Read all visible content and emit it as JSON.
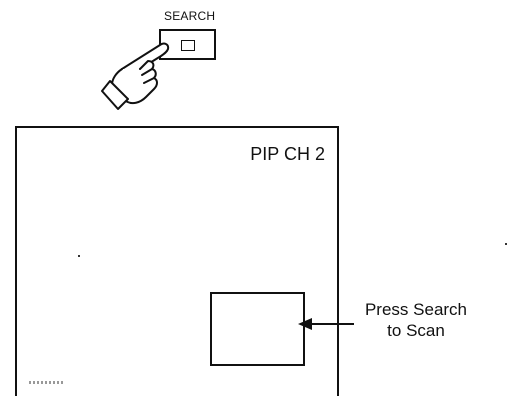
{
  "remote": {
    "button_label": "SEARCH"
  },
  "screen": {
    "osd_text": "PIP CH 2"
  },
  "callout": {
    "line1": "Press Search",
    "line2": "to Scan"
  },
  "icons": {
    "hand": "pointing-hand-icon",
    "arrow": "arrow-left-icon"
  },
  "colors": {
    "line": "#111111",
    "background": "#ffffff"
  }
}
